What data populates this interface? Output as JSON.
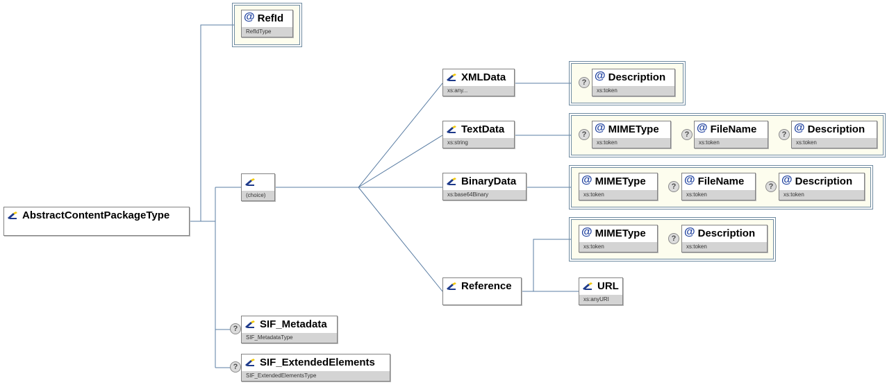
{
  "root": {
    "name": "AbstractContentPackageType"
  },
  "refid": {
    "name": "RefId",
    "type": "RefIdType"
  },
  "choice": {
    "label": "(choice)"
  },
  "xmldata": {
    "name": "XMLData",
    "type": "xs:any..."
  },
  "xmldata_attrs": [
    {
      "name": "Description",
      "type": "xs:token",
      "optional": true
    }
  ],
  "textdata": {
    "name": "TextData",
    "type": "xs:string"
  },
  "textdata_attrs": [
    {
      "name": "MIMEType",
      "type": "xs:token",
      "optional": true
    },
    {
      "name": "FileName",
      "type": "xs:token",
      "optional": true
    },
    {
      "name": "Description",
      "type": "xs:token",
      "optional": true
    }
  ],
  "binarydata": {
    "name": "BinaryData",
    "type": "xs:base64Binary"
  },
  "binarydata_attrs": [
    {
      "name": "MIMEType",
      "type": "xs:token",
      "optional": false
    },
    {
      "name": "FileName",
      "type": "xs:token",
      "optional": true
    },
    {
      "name": "Description",
      "type": "xs:token",
      "optional": true
    }
  ],
  "reference": {
    "name": "Reference"
  },
  "reference_attrs": [
    {
      "name": "MIMEType",
      "type": "xs:token",
      "optional": false
    },
    {
      "name": "Description",
      "type": "xs:token",
      "optional": true
    }
  ],
  "url": {
    "name": "URL",
    "type": "xs:anyURI"
  },
  "sif_metadata": {
    "name": "SIF_Metadata",
    "type": "SIF_MetadataType",
    "optional": true
  },
  "sif_extended": {
    "name": "SIF_ExtendedElements",
    "type": "SIF_ExtendedElementsType",
    "optional": true
  },
  "colors": {
    "line": "#5a7da3",
    "group_bg": "#fdfdee",
    "type_bar": "#d4d4d4",
    "attr_at": "#1c3f9e"
  }
}
